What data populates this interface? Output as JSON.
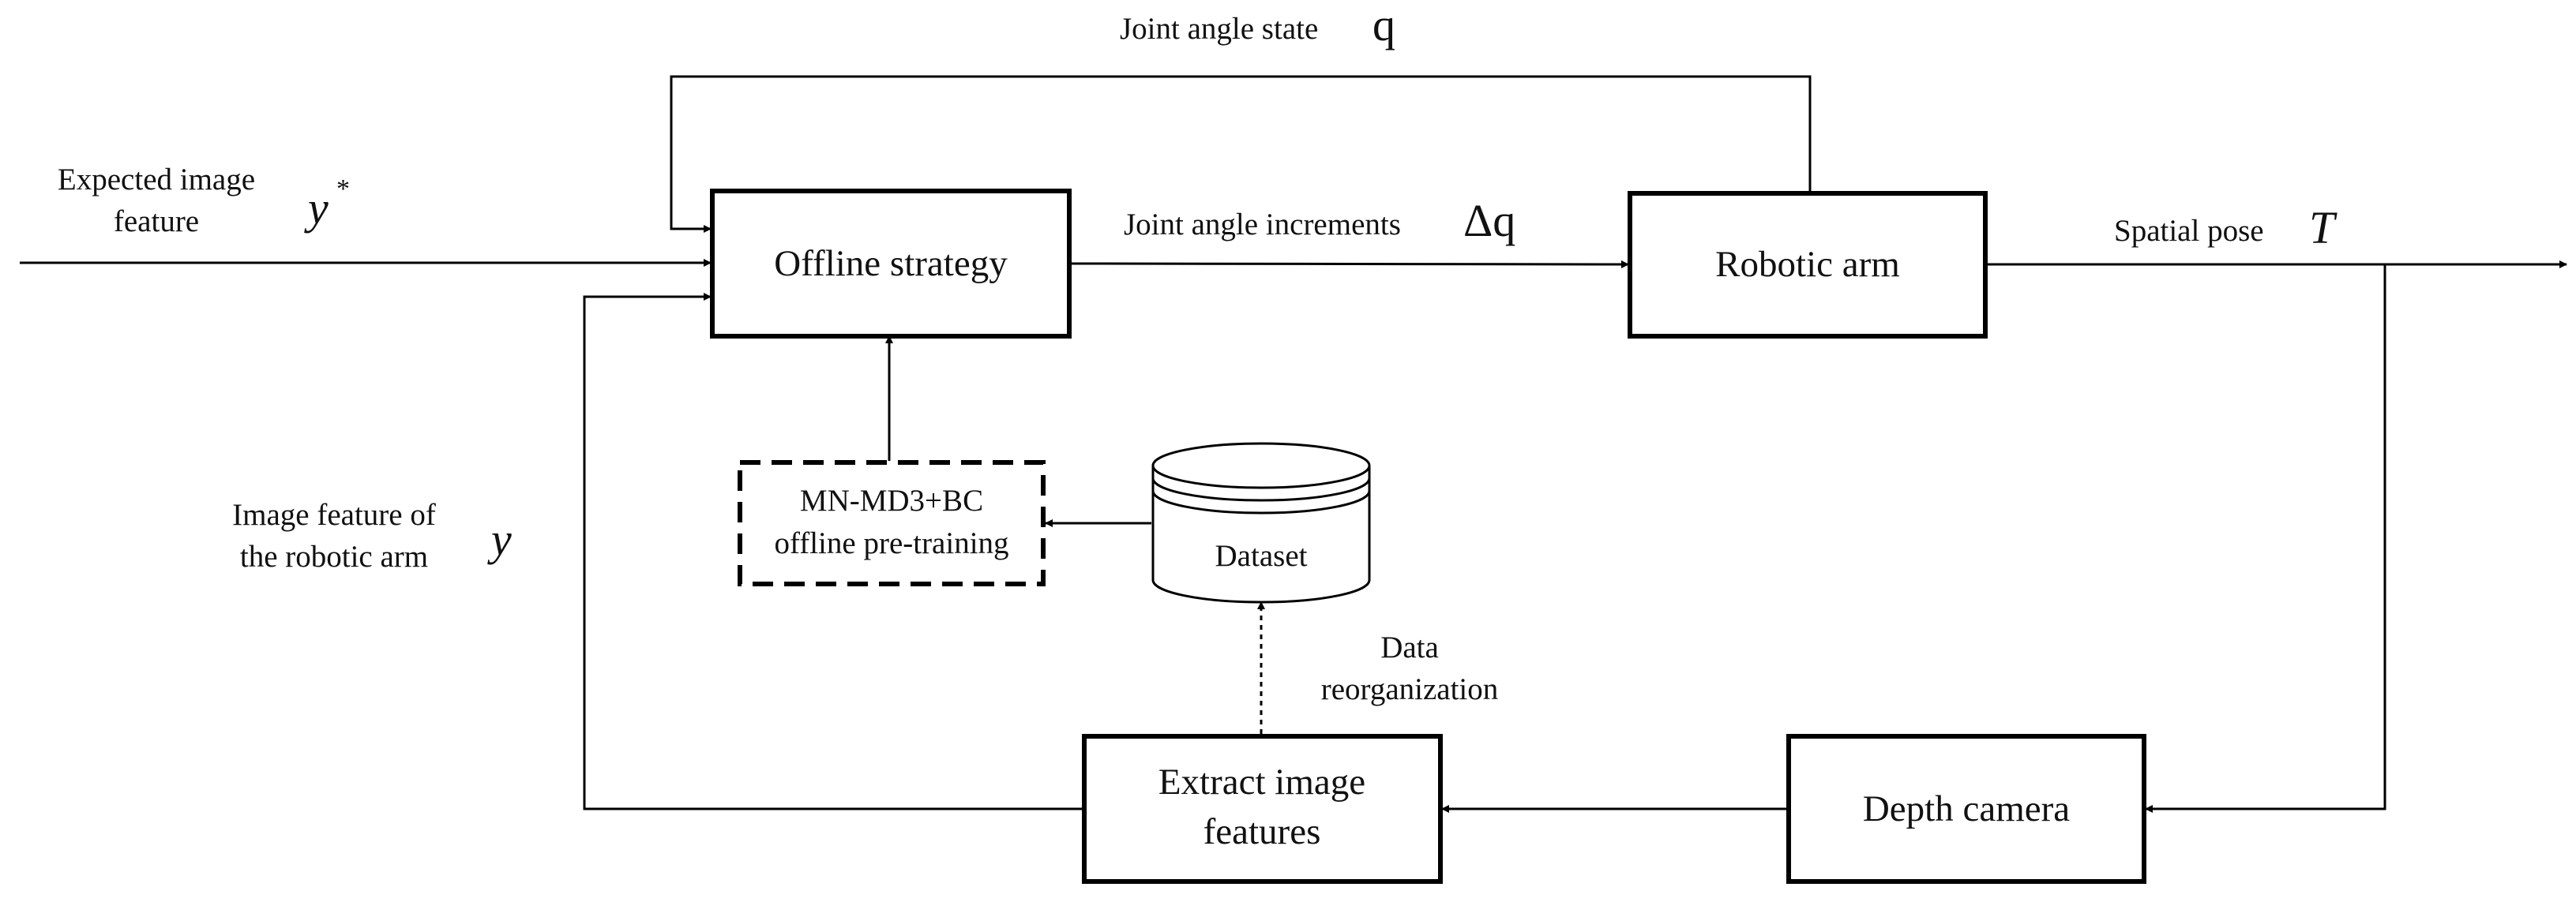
{
  "colors": {
    "line": "#000000",
    "text": "#111111",
    "background": "#ffffff"
  },
  "nodes": {
    "offline_strategy": "Offline strategy",
    "robotic_arm": "Robotic arm",
    "depth_camera": "Depth camera",
    "extract_features_line1": "Extract image",
    "extract_features_line2": "features",
    "pretraining_line1": "MN-MD3+BC",
    "pretraining_line2": "offline pre-training",
    "dataset": "Dataset"
  },
  "labels": {
    "joint_angle_state": "Joint angle state",
    "joint_angle_state_sym": "q",
    "expected_feature_line1": "Expected image",
    "expected_feature_line2": "feature",
    "expected_feature_sym": "y",
    "expected_feature_sup": "*",
    "joint_angle_increments": "Joint angle increments",
    "joint_angle_increments_sym": "Δq",
    "spatial_pose": "Spatial pose",
    "spatial_pose_sym": "T",
    "arm_feature_line1": "Image feature of",
    "arm_feature_line2": "the robotic arm",
    "arm_feature_sym": "y",
    "data_reorg_line1": "Data",
    "data_reorg_line2": "reorganization"
  }
}
